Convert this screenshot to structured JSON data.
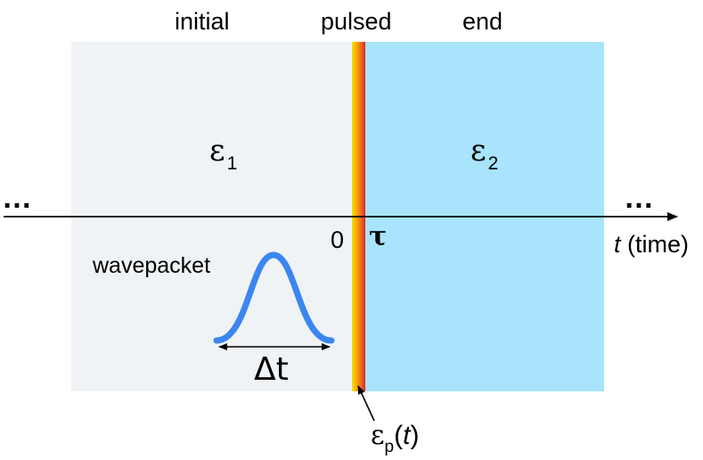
{
  "phases": {
    "initial": "initial",
    "pulsed": "pulsed",
    "end": "end"
  },
  "permittivity": {
    "symbol": "ε",
    "left_sub": "1",
    "right_sub": "2"
  },
  "axis": {
    "left_ellipsis": "…",
    "right_ellipsis": "…",
    "zero_label": "0",
    "tau_label": "τ",
    "time_var": "t",
    "time_unit": " (time)"
  },
  "wavepacket": {
    "label": "wavepacket",
    "width_label": "Δt"
  },
  "pulse": {
    "symbol": "ε",
    "sub": "p",
    "open": "(",
    "var": "t",
    "close": ")"
  },
  "colors": {
    "initial_region": "#f0f3f5",
    "end_region": "#a8e4fb",
    "pulse_gradient": [
      "#f7e100",
      "#f07020",
      "#d9282a"
    ],
    "wavepacket": "#3b86f0",
    "axis": "#000000"
  }
}
